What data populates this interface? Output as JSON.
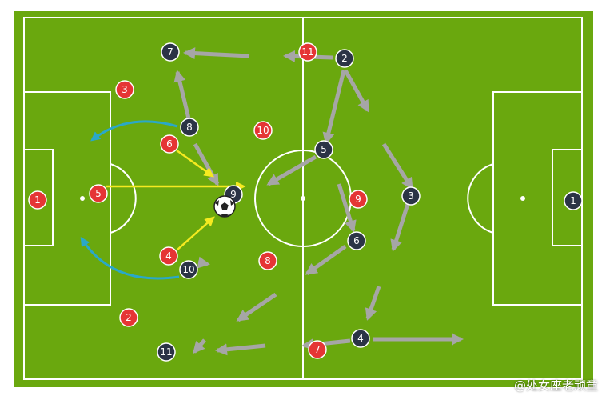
{
  "colors": {
    "grass": "#6aa80e",
    "line": "#ffffff",
    "red_team": "#e53535",
    "navy_team": "#2b3446",
    "pass_arrow": "#f5ea20",
    "run_arrow": "#a6a6a6",
    "curve_arrow": "#2aa8c8"
  },
  "red_players": [
    "1",
    "5",
    "3",
    "6",
    "4",
    "2",
    "10",
    "8",
    "11",
    "9",
    "7"
  ],
  "navy_players": [
    "1",
    "7",
    "8",
    "9",
    "10",
    "11",
    "2",
    "5",
    "3",
    "6",
    "4"
  ],
  "ball_icon": "soccer-ball-icon",
  "watermark": "@处女座老顽童"
}
